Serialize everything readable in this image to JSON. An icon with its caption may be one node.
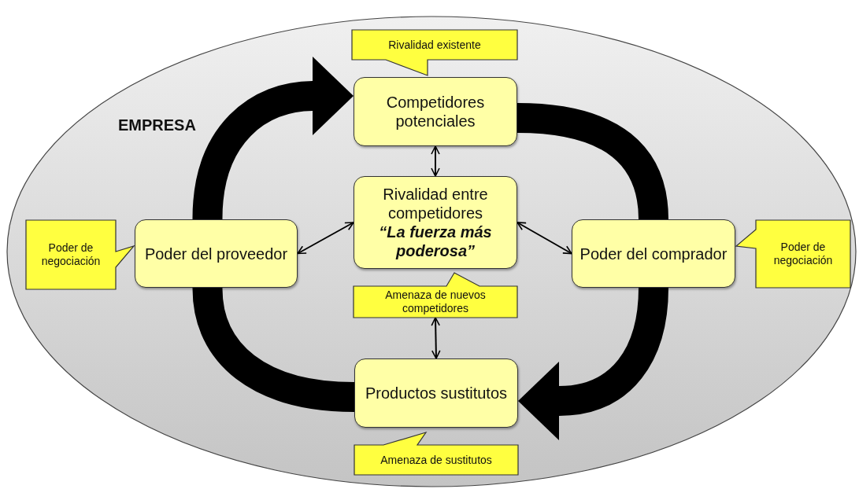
{
  "diagram": {
    "nodes": [
      {
        "text": [
          "EMPRESA"
        ]
      },
      {
        "text": [
          "Rivalidad existente"
        ],
        "in": 0
      },
      {
        "text": [
          "Competidores potenciales"
        ],
        "in": 0
      },
      {
        "text": [
          "Rivalidad entre competidores",
          "“La fuerza más poderosa”"
        ],
        "in": 0
      },
      {
        "text": [
          "Poder de negociación"
        ],
        "in": 0
      },
      {
        "text": [
          "Poder del proveedor"
        ],
        "in": 0
      },
      {
        "text": [
          "Poder del comprador"
        ],
        "in": 0
      },
      {
        "text": [
          "Poder de negociación"
        ],
        "in": 0
      },
      {
        "text": [
          "Amenaza de nuevos competidores"
        ],
        "in": 0
      },
      {
        "text": [
          "Productos sustitutos"
        ],
        "in": 0
      },
      {
        "text": [
          "Amenaza de sustitutos"
        ],
        "in": 0
      }
    ],
    "edges": [
      {
        "from": 5,
        "to": 2,
        "arrow": "to",
        "style": "thick"
      },
      {
        "from": 2,
        "to": 6,
        "arrow": "none",
        "style": "thick"
      },
      {
        "from": 6,
        "to": 9,
        "arrow": "to",
        "style": "thick"
      },
      {
        "from": 9,
        "to": 5,
        "arrow": "none",
        "style": "thick"
      },
      {
        "from": 2,
        "to": 3,
        "arrow": "both"
      },
      {
        "from": 3,
        "to": 5,
        "arrow": "both"
      },
      {
        "from": 3,
        "to": 6,
        "arrow": "both"
      },
      {
        "from": 8,
        "to": 9,
        "arrow": "both"
      }
    ]
  }
}
